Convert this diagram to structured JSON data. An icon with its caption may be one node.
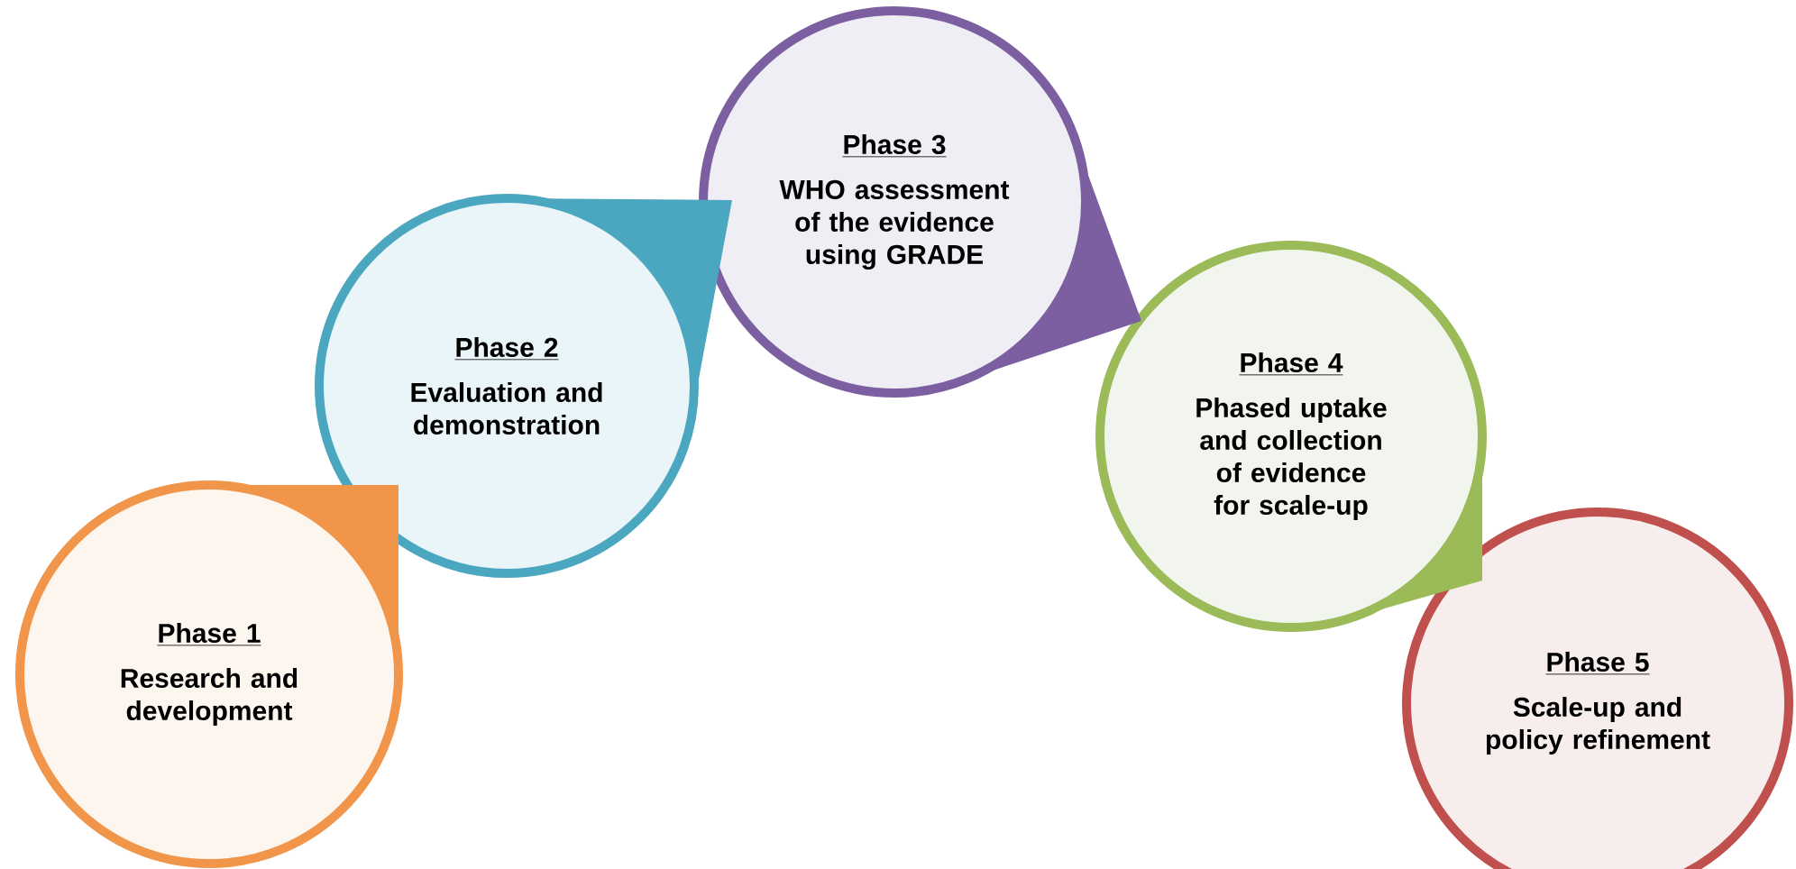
{
  "diagram": {
    "nodes": [
      {
        "text": [
          "Phase 1",
          "Research and development"
        ]
      },
      {
        "text": [
          "Phase 2",
          "Evaluation and demonstration"
        ]
      },
      {
        "text": [
          "Phase 3",
          "WHO assessment of the evidence using GRADE"
        ]
      },
      {
        "text": [
          "Phase 4",
          "Phased uptake and collection of evidence for scale-up"
        ]
      },
      {
        "text": [
          "Phase 5",
          "Scale-up and policy refinement"
        ]
      }
    ]
  }
}
